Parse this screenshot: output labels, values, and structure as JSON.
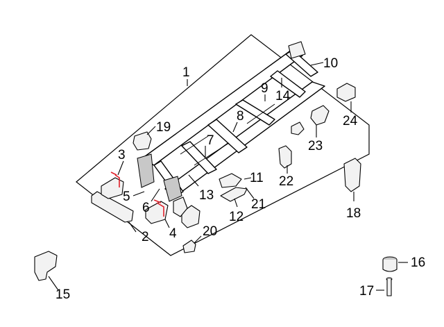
{
  "colors": {
    "background": "#ffffff",
    "ink": "#000000",
    "highlight": "#e0202a"
  },
  "callouts": [
    {
      "id": "1",
      "label": "1"
    },
    {
      "id": "2",
      "label": "2"
    },
    {
      "id": "3",
      "label": "3"
    },
    {
      "id": "4",
      "label": "4"
    },
    {
      "id": "5",
      "label": "5"
    },
    {
      "id": "6",
      "label": "6"
    },
    {
      "id": "7",
      "label": "7"
    },
    {
      "id": "8",
      "label": "8"
    },
    {
      "id": "9",
      "label": "9"
    },
    {
      "id": "10",
      "label": "10"
    },
    {
      "id": "11",
      "label": "11"
    },
    {
      "id": "12",
      "label": "12"
    },
    {
      "id": "13",
      "label": "13"
    },
    {
      "id": "14",
      "label": "14"
    },
    {
      "id": "15",
      "label": "15"
    },
    {
      "id": "16",
      "label": "16"
    },
    {
      "id": "17",
      "label": "17"
    },
    {
      "id": "18",
      "label": "18"
    },
    {
      "id": "19",
      "label": "19"
    },
    {
      "id": "20",
      "label": "20"
    },
    {
      "id": "21",
      "label": "21"
    },
    {
      "id": "22",
      "label": "22"
    },
    {
      "id": "23",
      "label": "23"
    },
    {
      "id": "24",
      "label": "24"
    }
  ]
}
